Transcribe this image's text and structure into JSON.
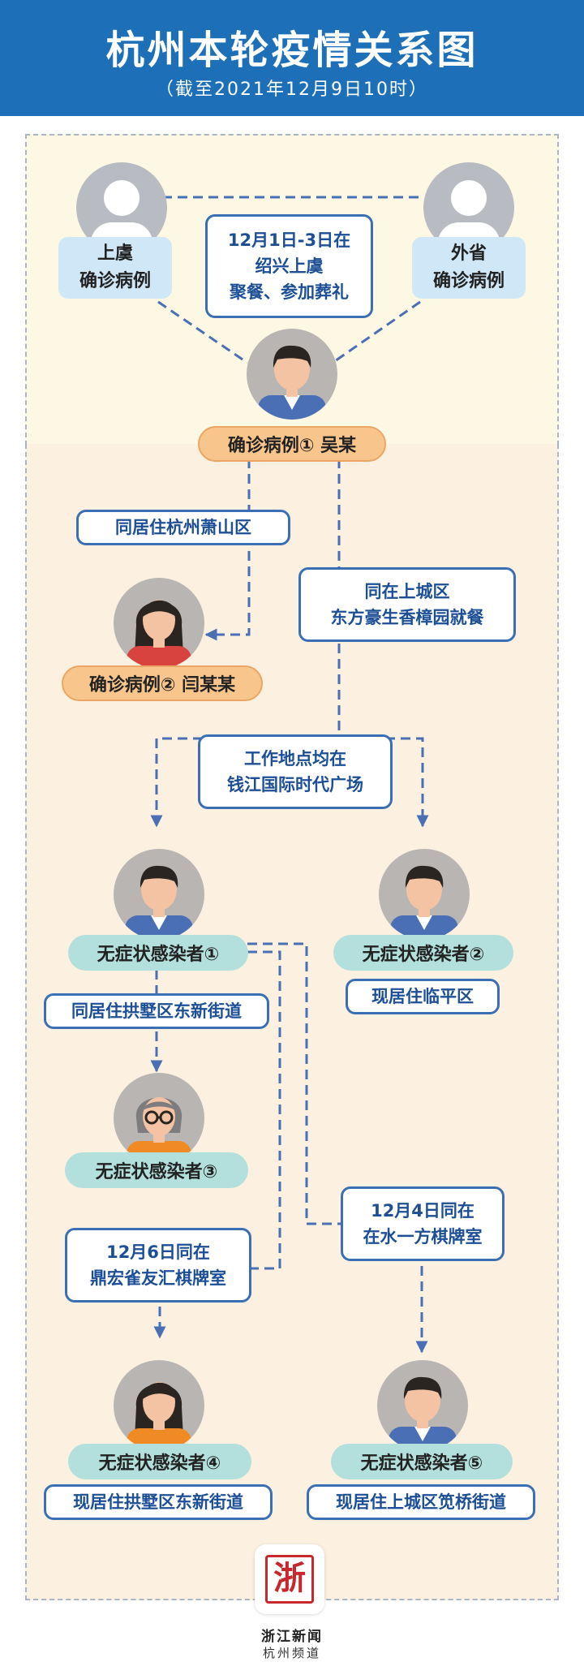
{
  "header": {
    "title": "杭州本轮疫情关系图",
    "subtitle": "（截至2021年12月9日10时）"
  },
  "people": {
    "shangyu": [
      "上虞",
      "确诊病例"
    ],
    "waisheng": [
      "外省",
      "确诊病例"
    ],
    "case1": "确诊病例① 吴某",
    "case2": "确诊病例② 闫某某",
    "asym1": "无症状感染者①",
    "asym2": "无症状感染者②",
    "asym3": "无症状感染者③",
    "asym4": "无症状感染者④",
    "asym5": "无症状感染者⑤"
  },
  "relations": {
    "shaoxing": [
      "12月1日-3日在",
      "绍兴上虞",
      "聚餐、参加葬礼"
    ],
    "xiaoshan": "同居住杭州萧山区",
    "dongfang": [
      "同在上城区",
      "东方豪生香樟园就餐"
    ],
    "workplace": [
      "工作地点均在",
      "钱江国际时代广场"
    ],
    "linping": "现居住临平区",
    "gongshu": "同居住拱墅区东新街道",
    "shuiyifang": [
      "12月4日同在",
      "在水一方棋牌室"
    ],
    "dinghong": [
      "12月6日同在",
      "鼎宏雀友汇棋牌室"
    ],
    "gongshu2": "现居住拱墅区东新街道",
    "jianqiao": "现居住上城区笕桥街道"
  },
  "footer": {
    "logo_char": "浙",
    "brand": "浙江新闻",
    "channel": "杭州频道"
  }
}
